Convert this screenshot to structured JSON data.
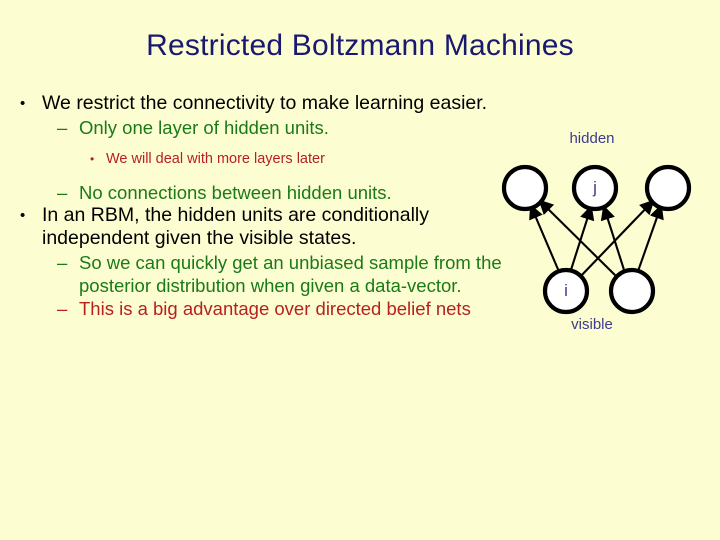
{
  "slide": {
    "title": "Restricted Boltzmann Machines",
    "background_color": "#fdfdd2",
    "title_color": "#191970",
    "level1_color": "#000000",
    "level2_color": "#1a7a18",
    "level3_color": "#b81f21",
    "bullet_glyph_round": "•",
    "bullet_glyph_dash": "–"
  },
  "body": {
    "items": [
      {
        "level": 1,
        "text": "We restrict the connectivity to make learning easier."
      },
      {
        "level": 2,
        "text": "Only one layer of hidden units."
      },
      {
        "level": 3,
        "text": "We will deal with more layers later"
      },
      {
        "level": 2,
        "text": "No connections between hidden units."
      },
      {
        "level": 1,
        "text": "In an RBM, the hidden units are conditionally independent given the visible states."
      },
      {
        "level": 2,
        "text": "So we can quickly get an unbiased sample from the posterior distribution when given a data-vector."
      },
      {
        "level": 2,
        "text": "This is a big advantage over directed belief nets",
        "color": "#b81f21"
      }
    ]
  },
  "diagram": {
    "top_label": "hidden",
    "bottom_label": "visible",
    "label_color": "#3b3b8f",
    "node_fill": "#ffffff",
    "node_stroke": "#000000",
    "edge_color": "#000000",
    "hidden_nodes": [
      {
        "id": "h1",
        "label": ""
      },
      {
        "id": "h2",
        "label": "j"
      },
      {
        "id": "h3",
        "label": ""
      }
    ],
    "visible_nodes": [
      {
        "id": "v1",
        "label": "i"
      },
      {
        "id": "v2",
        "label": ""
      }
    ],
    "edges": [
      {
        "from": "v1",
        "to": "h1",
        "arrow": "double"
      },
      {
        "from": "v1",
        "to": "h2",
        "arrow": "double"
      },
      {
        "from": "v1",
        "to": "h3",
        "arrow": "double"
      },
      {
        "from": "v2",
        "to": "h1",
        "arrow": "double"
      },
      {
        "from": "v2",
        "to": "h2",
        "arrow": "double"
      },
      {
        "from": "v2",
        "to": "h3",
        "arrow": "double"
      }
    ]
  }
}
